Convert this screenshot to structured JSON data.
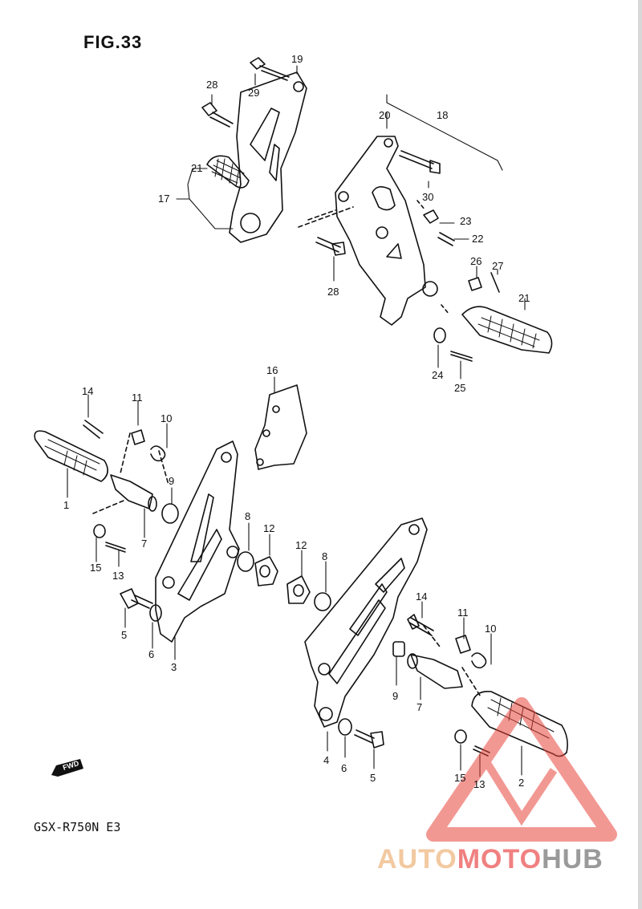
{
  "figure": {
    "title": "FIG.33",
    "model": "GSX-R750N E3",
    "direction_badge": "FWD"
  },
  "watermark": {
    "part1": "AUTO",
    "part2": "MOTO",
    "part3": "HUB",
    "accent": "#e8453c"
  },
  "callouts": [
    {
      "id": "c28a",
      "label": "28"
    },
    {
      "id": "c19",
      "label": "19"
    },
    {
      "id": "c29",
      "label": "29"
    },
    {
      "id": "c21a",
      "label": "21"
    },
    {
      "id": "c17",
      "label": "17"
    },
    {
      "id": "c20",
      "label": "20"
    },
    {
      "id": "c18",
      "label": "18"
    },
    {
      "id": "c30",
      "label": "30"
    },
    {
      "id": "c23",
      "label": "23"
    },
    {
      "id": "c22",
      "label": "22"
    },
    {
      "id": "c28b",
      "label": "28"
    },
    {
      "id": "c26",
      "label": "26"
    },
    {
      "id": "c27",
      "label": "27"
    },
    {
      "id": "c21b",
      "label": "21"
    },
    {
      "id": "c24",
      "label": "24"
    },
    {
      "id": "c25",
      "label": "25"
    },
    {
      "id": "c16",
      "label": "16"
    },
    {
      "id": "c14a",
      "label": "14"
    },
    {
      "id": "c11a",
      "label": "11"
    },
    {
      "id": "c10a",
      "label": "10"
    },
    {
      "id": "c1",
      "label": "1"
    },
    {
      "id": "c9a",
      "label": "9"
    },
    {
      "id": "c7a",
      "label": "7"
    },
    {
      "id": "c15a",
      "label": "15"
    },
    {
      "id": "c13a",
      "label": "13"
    },
    {
      "id": "c8a",
      "label": "8"
    },
    {
      "id": "c12a",
      "label": "12"
    },
    {
      "id": "c12b",
      "label": "12"
    },
    {
      "id": "c8b",
      "label": "8"
    },
    {
      "id": "c5a",
      "label": "5"
    },
    {
      "id": "c6a",
      "label": "6"
    },
    {
      "id": "c3",
      "label": "3"
    },
    {
      "id": "c14b",
      "label": "14"
    },
    {
      "id": "c11b",
      "label": "11"
    },
    {
      "id": "c10b",
      "label": "10"
    },
    {
      "id": "c9b",
      "label": "9"
    },
    {
      "id": "c7b",
      "label": "7"
    },
    {
      "id": "c4",
      "label": "4"
    },
    {
      "id": "c6b",
      "label": "6"
    },
    {
      "id": "c5b",
      "label": "5"
    },
    {
      "id": "c15b",
      "label": "15"
    },
    {
      "id": "c13b",
      "label": "13"
    },
    {
      "id": "c2",
      "label": "2"
    }
  ]
}
